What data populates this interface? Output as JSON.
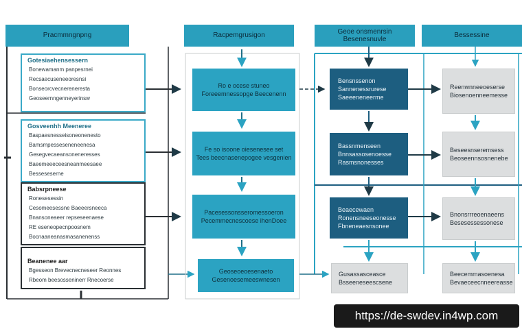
{
  "headers": [
    {
      "lines": [
        "Pracmmngnpng"
      ]
    },
    {
      "lines": [
        "Racpemgrusigon"
      ]
    },
    {
      "lines": [
        "Geoe onsmenrsin",
        "Besenesnuvle"
      ]
    },
    {
      "lines": [
        "Bessessine"
      ]
    }
  ],
  "left_panels": [
    {
      "title": "Gotesiaehensessern",
      "lines": [
        "Bonewamanm panpesrnei",
        "Recsaecuseneeoresnsi",
        "Bonseorcvecnereneresta",
        "Geoseernngenneyerinsw"
      ]
    },
    {
      "title": "Gosveenhh Meeneree",
      "lines": [
        "Baspaesnesseisoneonenesto",
        "Bamsmpesseseneneenesa",
        "Gesegvecaeansoneneresses",
        "Baeemeeeceesneanmeesaee",
        "Besseseserne"
      ]
    },
    {
      "title": "Babsrpneese",
      "lines": [
        "Ronesesessin",
        "Cesomeesessne Baeeersneeca",
        "Bnansoneaeer repseseenaese",
        "RE eseneopecnpoosnem",
        "Bocnaaneanasmasanenenss"
      ]
    },
    {
      "title": "Beanenee aar",
      "lines": [
        "Bgesseon Brevecnecneseer Reonnes",
        "Rbeom beesosseninerr Rnecoerse"
      ]
    }
  ],
  "center_boxes": [
    {
      "lines": [
        "Ro e ocese stuneo",
        "Foreeemnessopge Beecenenn"
      ]
    },
    {
      "lines": [
        "Fe so isoone oiesenesee set",
        "Tees beecnasenepogee vesgenien"
      ]
    },
    {
      "lines": [
        "Pacesessonsseromessoeron",
        "Pecemmecnescoese ihenDoee"
      ]
    },
    {
      "lines": [
        "Geoseoeoesenaeto",
        "Gesenoesemeeswnesen"
      ]
    }
  ],
  "navy_boxes": [
    {
      "lines": [
        "Bensnssenon",
        "Sannenessrurese",
        "Saeeeneneerme"
      ]
    },
    {
      "lines": [
        "Bassnmenseen",
        "Bnnsassosenoesse",
        "Rasmsnonesses"
      ]
    },
    {
      "lines": [
        "Beaecewaen",
        "Ronensneeseonesse",
        "Fbneneaesnsonee"
      ]
    }
  ],
  "gray_boxes": [
    {
      "lines": [
        "Reenwnneeoeserse",
        "Biosenoenneemesse"
      ]
    },
    {
      "lines": [
        "Beseesnseremsess",
        "Beoseennsosnenebe"
      ]
    },
    {
      "lines": [
        "Bnonsrrreoenaeens",
        "Besesessessonese"
      ]
    },
    {
      "lines": [
        "Gusassasceasce",
        "Bsseeneseescsene"
      ]
    },
    {
      "lines": [
        "Beecemmasoenesa",
        "Bevaeceecnneereasse"
      ]
    }
  ],
  "watermark": "https://de-swdev.in4wp.com",
  "colors": {
    "teal": "#2ba3c2",
    "navy": "#1d5e80",
    "gray": "#dcdedf",
    "line": "#2a2f33"
  }
}
